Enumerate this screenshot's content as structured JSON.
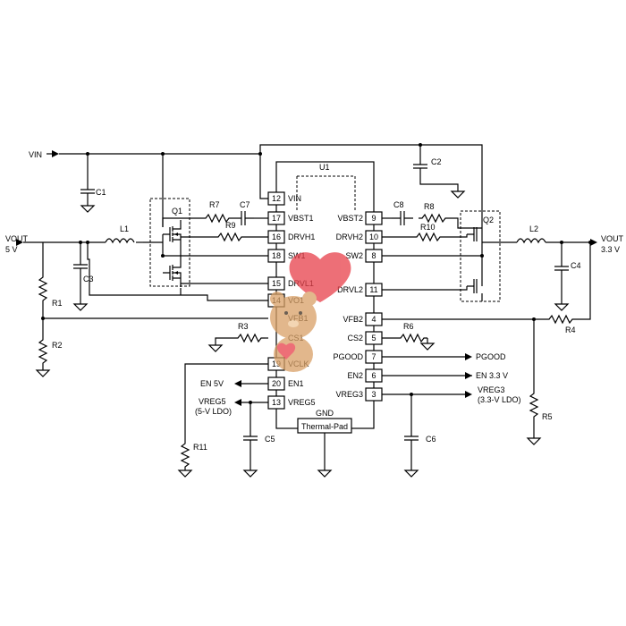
{
  "ic": {
    "ref": "U1",
    "left_pins": [
      {
        "num": "12",
        "name": "VIN"
      },
      {
        "num": "17",
        "name": "VBST1"
      },
      {
        "num": "16",
        "name": "DRVH1"
      },
      {
        "num": "18",
        "name": "SW1"
      },
      {
        "num": "15",
        "name": "DRVL1"
      },
      {
        "num": "14",
        "name": "VO1"
      },
      {
        "num": "",
        "name": "VFB1"
      },
      {
        "num": "",
        "name": "CS1"
      },
      {
        "num": "19",
        "name": "VCLK"
      },
      {
        "num": "20",
        "name": "EN1"
      },
      {
        "num": "13",
        "name": "VREG5"
      }
    ],
    "right_pins": [
      {
        "num": "9",
        "name": "VBST2"
      },
      {
        "num": "10",
        "name": "DRVH2"
      },
      {
        "num": "8",
        "name": "SW2"
      },
      {
        "num": "11",
        "name": "DRVL2"
      },
      {
        "num": "4",
        "name": "VFB2"
      },
      {
        "num": "5",
        "name": "CS2"
      },
      {
        "num": "7",
        "name": "PGOOD"
      },
      {
        "num": "6",
        "name": "EN2"
      },
      {
        "num": "3",
        "name": "VREG3"
      }
    ],
    "gnd_label": "GND",
    "thermal_pad": "Thermal-Pad"
  },
  "labels": {
    "vin": "VIN",
    "vout1": "VOUT",
    "vout1_val": "5 V",
    "vout2": "VOUT",
    "vout2_val": "3.3 V",
    "pgood": "PGOOD",
    "en5": "EN 5V",
    "en33": "EN 3.3 V",
    "vreg5": "VREG5",
    "vreg5_sub": "(5-V LDO)",
    "vreg3": "VREG3",
    "vreg3_sub": "(3.3-V LDO)"
  },
  "components": {
    "Q1": "Q1",
    "Q2": "Q2",
    "L1": "L1",
    "L2": "L2",
    "C1": "C1",
    "C2": "C2",
    "C3": "C3",
    "C4": "C4",
    "C5": "C5",
    "C6": "C6",
    "C7": "C7",
    "C8": "C8",
    "R1": "R1",
    "R2": "R2",
    "R3": "R3",
    "R4": "R4",
    "R5": "R5",
    "R6": "R6",
    "R7": "R7",
    "R8": "R8",
    "R9": "R9",
    "R10": "R10",
    "R11": "R11"
  },
  "colors": {
    "line": "#000000",
    "background": "#ffffff",
    "watermark_heart": "#e8404a"
  }
}
